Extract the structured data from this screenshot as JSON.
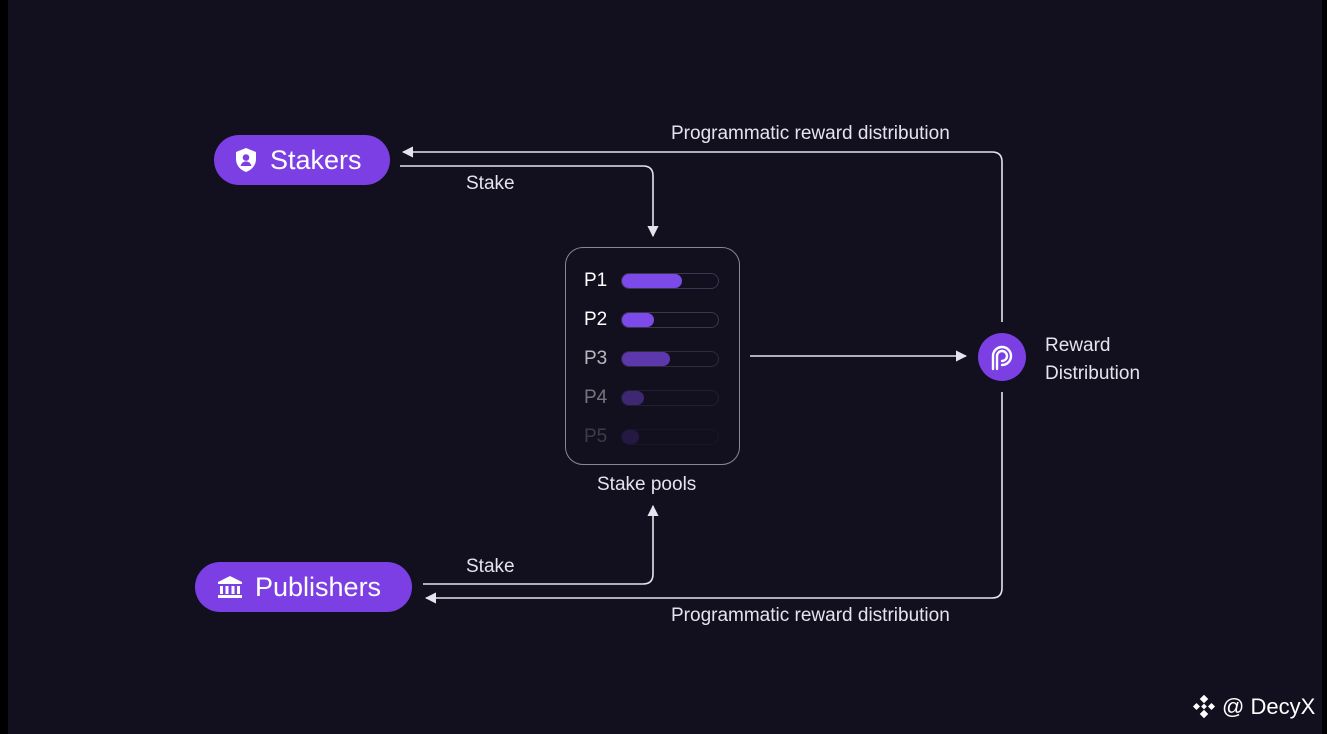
{
  "nodes": {
    "stakers": "Stakers",
    "publishers": "Publishers",
    "stake_pools": "Stake pools",
    "reward_distribution_line1": "Reward",
    "reward_distribution_line2": "Distribution"
  },
  "edges": {
    "stakers_stake": "Stake",
    "publishers_stake": "Stake",
    "reward_to_stakers": "Programmatic reward distribution",
    "reward_to_publishers": "Programmatic reward distribution"
  },
  "pools": [
    {
      "name": "P1",
      "fill": 0.63,
      "opacity": 1.0
    },
    {
      "name": "P2",
      "fill": 0.33,
      "opacity": 1.0
    },
    {
      "name": "P3",
      "fill": 0.5,
      "opacity": 0.7
    },
    {
      "name": "P4",
      "fill": 0.23,
      "opacity": 0.42
    },
    {
      "name": "P5",
      "fill": 0.18,
      "opacity": 0.18
    }
  ],
  "icons": {
    "stakers": "shield-user-icon",
    "publishers": "bank-icon",
    "reward": "pyth-logo-icon",
    "watermark": "binance-logo-icon"
  },
  "watermark": "@ DecyX",
  "colors": {
    "background": "#120f1f",
    "accent": "#7b3fe4",
    "line": "#e6e3ee"
  }
}
